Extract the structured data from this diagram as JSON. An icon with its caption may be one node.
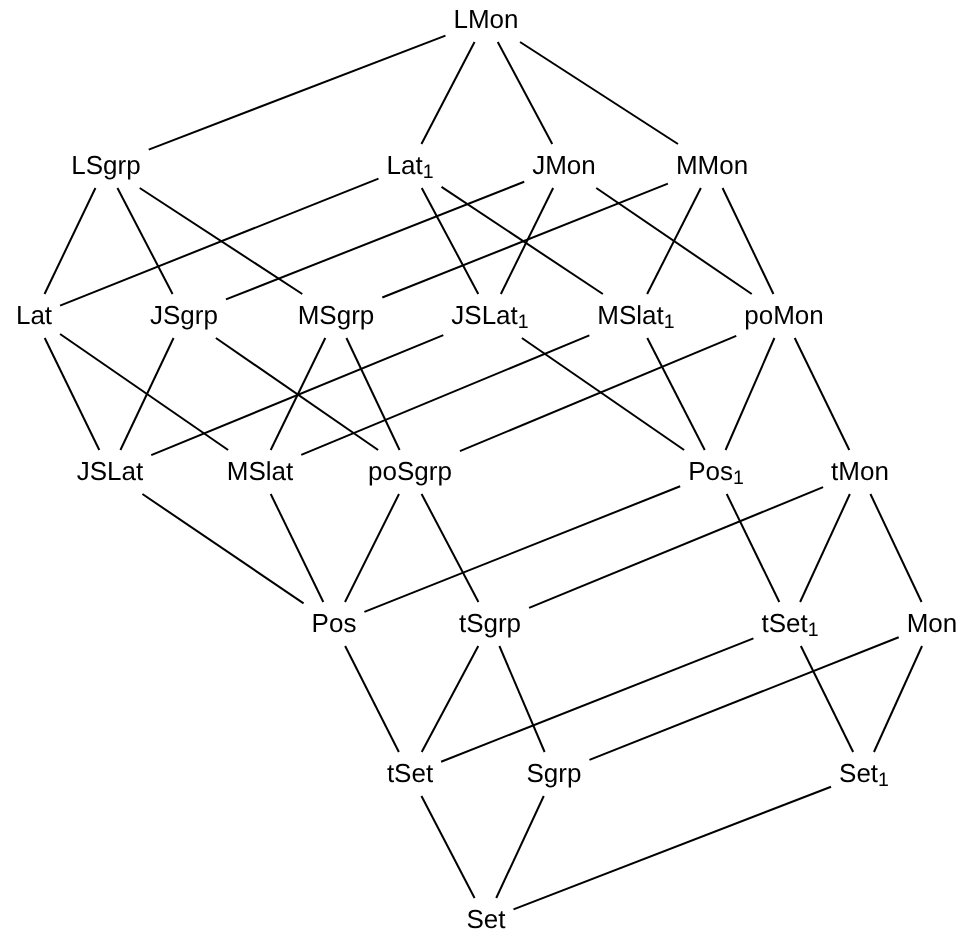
{
  "diagram": {
    "nodes": [
      {
        "text": [
          "LMon"
        ]
      },
      {
        "text": [
          "LSgrp"
        ]
      },
      {
        "text": [
          "Lat$_{1}$"
        ]
      },
      {
        "text": [
          "JMon"
        ]
      },
      {
        "text": [
          "MMon"
        ]
      },
      {
        "text": [
          "Lat"
        ]
      },
      {
        "text": [
          "JSgrp"
        ]
      },
      {
        "text": [
          "MSgrp"
        ]
      },
      {
        "text": [
          "JSLat$_{1}$"
        ]
      },
      {
        "text": [
          "MSlat$_{1}$"
        ]
      },
      {
        "text": [
          "poMon"
        ]
      },
      {
        "text": [
          "JSLat"
        ]
      },
      {
        "text": [
          "MSlat"
        ]
      },
      {
        "text": [
          "poSgrp"
        ]
      },
      {
        "text": [
          "Pos$_{1}$"
        ]
      },
      {
        "text": [
          "tMon"
        ]
      },
      {
        "text": [
          "Pos"
        ]
      },
      {
        "text": [
          "tSgrp"
        ]
      },
      {
        "text": [
          "tSet$_{1}$"
        ]
      },
      {
        "text": [
          "Mon"
        ]
      },
      {
        "text": [
          "tSet"
        ]
      },
      {
        "text": [
          "Sgrp"
        ]
      },
      {
        "text": [
          "Set$_{1}$"
        ]
      },
      {
        "text": [
          "Set"
        ]
      }
    ],
    "edges": [
      {
        "from": 0,
        "to": 1,
        "arrow": "none"
      },
      {
        "from": 0,
        "to": 2,
        "arrow": "none"
      },
      {
        "from": 0,
        "to": 3,
        "arrow": "none"
      },
      {
        "from": 0,
        "to": 4,
        "arrow": "none"
      },
      {
        "from": 1,
        "to": 5,
        "arrow": "none"
      },
      {
        "from": 1,
        "to": 6,
        "arrow": "none"
      },
      {
        "from": 1,
        "to": 7,
        "arrow": "none"
      },
      {
        "from": 2,
        "to": 5,
        "arrow": "none"
      },
      {
        "from": 2,
        "to": 8,
        "arrow": "none"
      },
      {
        "from": 2,
        "to": 9,
        "arrow": "none"
      },
      {
        "from": 3,
        "to": 6,
        "arrow": "none"
      },
      {
        "from": 3,
        "to": 8,
        "arrow": "none"
      },
      {
        "from": 3,
        "to": 10,
        "arrow": "none"
      },
      {
        "from": 4,
        "to": 7,
        "arrow": "none"
      },
      {
        "from": 4,
        "to": 9,
        "arrow": "none"
      },
      {
        "from": 4,
        "to": 10,
        "arrow": "none"
      },
      {
        "from": 5,
        "to": 11,
        "arrow": "none"
      },
      {
        "from": 5,
        "to": 12,
        "arrow": "none"
      },
      {
        "from": 6,
        "to": 11,
        "arrow": "none"
      },
      {
        "from": 6,
        "to": 13,
        "arrow": "none"
      },
      {
        "from": 7,
        "to": 12,
        "arrow": "none"
      },
      {
        "from": 7,
        "to": 13,
        "arrow": "none"
      },
      {
        "from": 8,
        "to": 11,
        "arrow": "none"
      },
      {
        "from": 8,
        "to": 14,
        "arrow": "none"
      },
      {
        "from": 9,
        "to": 12,
        "arrow": "none"
      },
      {
        "from": 9,
        "to": 14,
        "arrow": "none"
      },
      {
        "from": 10,
        "to": 13,
        "arrow": "none"
      },
      {
        "from": 10,
        "to": 14,
        "arrow": "none"
      },
      {
        "from": 10,
        "to": 15,
        "arrow": "none"
      },
      {
        "from": 11,
        "to": 16,
        "arrow": "none"
      },
      {
        "from": 12,
        "to": 16,
        "arrow": "none"
      },
      {
        "from": 13,
        "to": 16,
        "arrow": "none"
      },
      {
        "from": 13,
        "to": 17,
        "arrow": "none"
      },
      {
        "from": 14,
        "to": 16,
        "arrow": "none"
      },
      {
        "from": 14,
        "to": 18,
        "arrow": "none"
      },
      {
        "from": 15,
        "to": 17,
        "arrow": "none"
      },
      {
        "from": 15,
        "to": 18,
        "arrow": "none"
      },
      {
        "from": 15,
        "to": 19,
        "arrow": "none"
      },
      {
        "from": 16,
        "to": 20,
        "arrow": "none"
      },
      {
        "from": 17,
        "to": 20,
        "arrow": "none"
      },
      {
        "from": 17,
        "to": 21,
        "arrow": "none"
      },
      {
        "from": 18,
        "to": 20,
        "arrow": "none"
      },
      {
        "from": 18,
        "to": 22,
        "arrow": "none"
      },
      {
        "from": 19,
        "to": 21,
        "arrow": "none"
      },
      {
        "from": 19,
        "to": 22,
        "arrow": "none"
      },
      {
        "from": 20,
        "to": 23,
        "arrow": "none"
      },
      {
        "from": 21,
        "to": 23,
        "arrow": "none"
      },
      {
        "from": 22,
        "to": 23,
        "arrow": "none"
      }
    ]
  }
}
